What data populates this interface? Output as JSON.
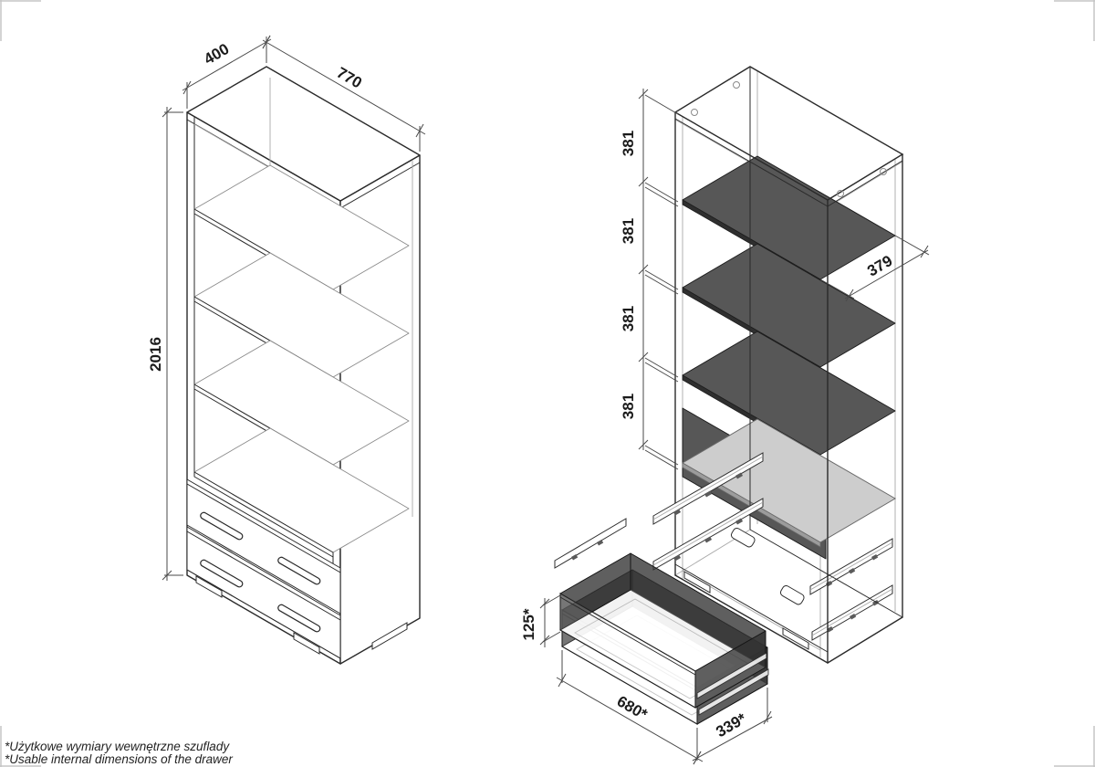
{
  "assembled_view": {
    "depth_mm": "400",
    "width_mm": "770",
    "height_mm": "2016"
  },
  "exploded_view": {
    "shelf_spacing_1": "381",
    "shelf_spacing_2": "381",
    "shelf_spacing_3": "381",
    "shelf_spacing_4": "381",
    "shelf_depth": "379",
    "drawer_internal_height": "125*",
    "drawer_internal_width": "680*",
    "drawer_internal_depth": "339*"
  },
  "footnote_pl": "*Użytkowe wymiary wewnętrzne szuflady",
  "footnote_en": "*Usable internal dimensions of the drawer",
  "colors": {
    "line": "#2a2a2a",
    "shelf_dark": "#575757",
    "shelf_light": "#cdcdcd",
    "background": "#ffffff"
  }
}
